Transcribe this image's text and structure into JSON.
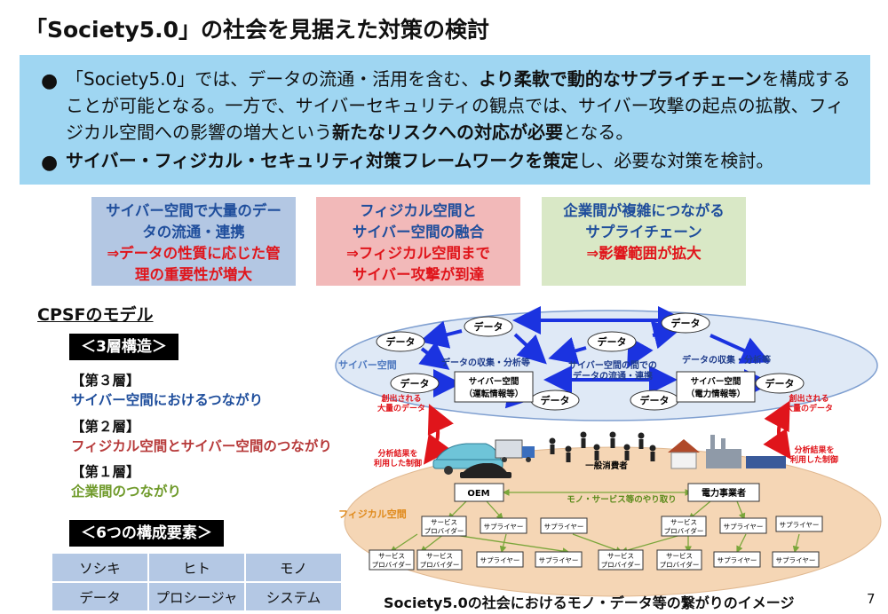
{
  "title": "「Society5.0」の社会を見据えた対策の検討",
  "summary": {
    "bullet1_parts": [
      {
        "t": "「Society5.0」では、データの流通・活用を含む、",
        "b": false
      },
      {
        "t": "より柔軟で動的なサプライチェーン",
        "b": true
      },
      {
        "t": "を構成することが可能となる。一方で、サイバーセキュリティの観点では、サイバー攻撃の起点の拡散、フィジカル空間への影響の増大という",
        "b": false
      },
      {
        "t": "新たなリスクへの対応が必要",
        "b": true
      },
      {
        "t": "となる。",
        "b": false
      }
    ],
    "bullet2_parts": [
      {
        "t": "サイバー・フィジカル・セキュリティ対策フレームワークを策定",
        "b": true
      },
      {
        "t": "し、必要な対策を検討。",
        "b": false
      }
    ]
  },
  "boxes": [
    {
      "l1": "サイバー空間で大量のデー",
      "l2": "タの流通・連携",
      "l3": "⇒データの性質に応じた管",
      "l4": "理の重要性が増大"
    },
    {
      "l1": "フィジカル空間と",
      "l2": "サイバー空間の融合",
      "l3": "⇒フィジカル空間まで",
      "l4": "サイバー攻撃が到達"
    },
    {
      "l1": "企業間が複雑につながる",
      "l2": "サプライチェーン",
      "l3": "⇒影響範囲が拡大",
      "l4": ""
    }
  ],
  "cpsf_title": "CPSFのモデル",
  "three_layer_label": "＜3層構造＞",
  "layers": [
    {
      "name": "【第３層】",
      "desc": "サイバー空間におけるつながり",
      "color": "#1f4e9c"
    },
    {
      "name": "【第２層】",
      "desc": "フィジカル空間とサイバー空間のつながり",
      "color": "#b73a3a"
    },
    {
      "name": "【第１層】",
      "desc": "企業間のつながり",
      "color": "#6f9a2a"
    }
  ],
  "six_elements_label": "＜6つの構成要素＞",
  "elements": [
    [
      "ソシキ",
      "ヒト",
      "モノ"
    ],
    [
      "データ",
      "プロシージャ",
      "システム"
    ]
  ],
  "diagram": {
    "cyber_label": "サイバー空間",
    "physical_label": "フィジカル空間",
    "data": "データ",
    "collect_left": "データの収集・分析等",
    "collect_right": "データの収集・分析等",
    "flow_line1": "サイバー空間の間での",
    "flow_line2": "データの流通・連携",
    "space_left_l1": "サイバー空間",
    "space_left_l2": "（運転情報等）",
    "space_right_l1": "サイバー空間",
    "space_right_l2": "（電力情報等）",
    "created_l1": "創出される",
    "created_l2": "大量のデータ",
    "control_l1": "分析結果を",
    "control_l2": "利用した制御",
    "consumer": "一般消費者",
    "goods_exchange": "モノ・サービス等のやり取り",
    "oem": "OEM",
    "power": "電力事業者",
    "supplier": "サプライヤー",
    "provider_l1": "サービス",
    "provider_l2": "プロバイダー"
  },
  "caption": "Society5.0の社会におけるモノ・データ等の繋がりのイメージ",
  "page_number": "7",
  "colors": {
    "summary_bg": "#9fd6f2",
    "box1_bg": "#b3c7e3",
    "box2_bg": "#f2b9b9",
    "box3_bg": "#d9e8c6",
    "cyber_bg": "#dfe9f6",
    "physical_bg": "#f5d6b5",
    "arrow_blue": "#1b33e0",
    "arrow_red": "#e0151b"
  }
}
